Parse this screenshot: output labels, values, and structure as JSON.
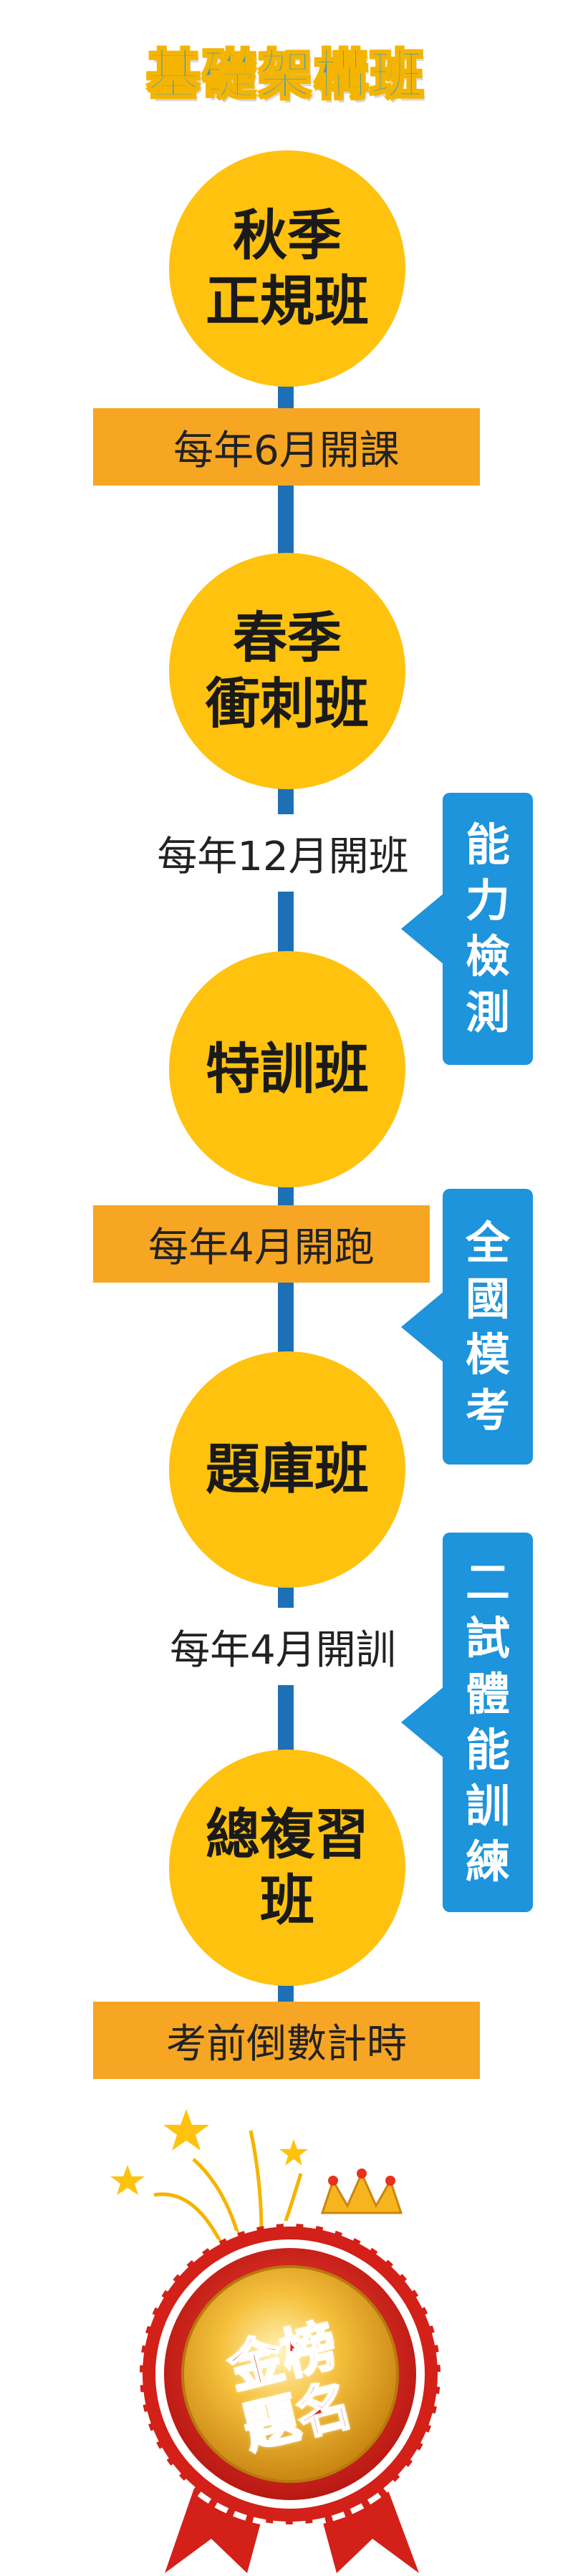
{
  "title": "基礎架構班",
  "stages": [
    {
      "lines": [
        "秋季",
        "正規班"
      ]
    },
    {
      "lines": [
        "春季",
        "衝刺班"
      ]
    },
    {
      "lines": [
        "特訓班"
      ]
    },
    {
      "lines": [
        "題庫班"
      ]
    },
    {
      "lines": [
        "總複習",
        "班"
      ]
    }
  ],
  "schedule": {
    "s1": "每年6月開課",
    "s2": "每年12月開班",
    "s3": "每年4月開跑",
    "s4": "每年4月開訓",
    "s5": "考前倒數計時"
  },
  "tests": [
    {
      "chars": [
        "能",
        "力",
        "檢",
        "測"
      ]
    },
    {
      "chars": [
        "全",
        "國",
        "模",
        "考"
      ]
    },
    {
      "chars": [
        "二",
        "試",
        "體",
        "能",
        "訓",
        "練"
      ]
    }
  ],
  "badge": {
    "line1": "金榜",
    "line2": "題名"
  },
  "colors": {
    "circle": "#ffc20e",
    "bar": "#f6a623",
    "line": "#1d6fb6",
    "bubble": "#1d94dc"
  }
}
